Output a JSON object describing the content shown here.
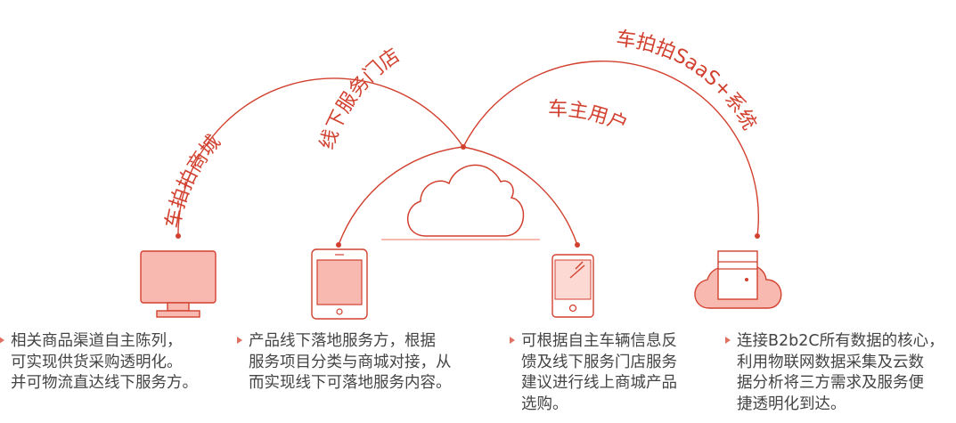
{
  "colors": {
    "accent": "#d2412f",
    "icon_fill": "#f7b9b0",
    "icon_fill_light": "#fcd9d3",
    "text": "#444444"
  },
  "arcs": [
    {
      "label": "车拍拍商城"
    },
    {
      "label": "线下服务门店"
    },
    {
      "label": "车主用户"
    },
    {
      "label": "车拍拍SaaS+系统"
    }
  ],
  "center_icon": "cloud-icon",
  "devices": [
    {
      "icon": "monitor-icon"
    },
    {
      "icon": "tablet-icon"
    },
    {
      "icon": "phone-icon"
    },
    {
      "icon": "cloud-server-icon"
    }
  ],
  "descriptions": [
    {
      "lines": [
        "相关商品渠道自主陈列，",
        "可实现供货采购透明化。",
        "并可物流直达线下服务方。"
      ]
    },
    {
      "lines": [
        "产品线下落地服务方，根据",
        "服务项目分类与商城对接，从",
        "而实现线下可落地服务内容。"
      ]
    },
    {
      "lines": [
        "可根据自主车辆信息反",
        "馈及线下服务门店服务",
        "建议进行线上商城产品",
        "选购。"
      ]
    },
    {
      "lines": [
        "连接B2b2C所有数据的核心，",
        "利用物联网数据采集及云数",
        "据分析将三方需求及服务便",
        "捷透明化到达。"
      ]
    }
  ]
}
